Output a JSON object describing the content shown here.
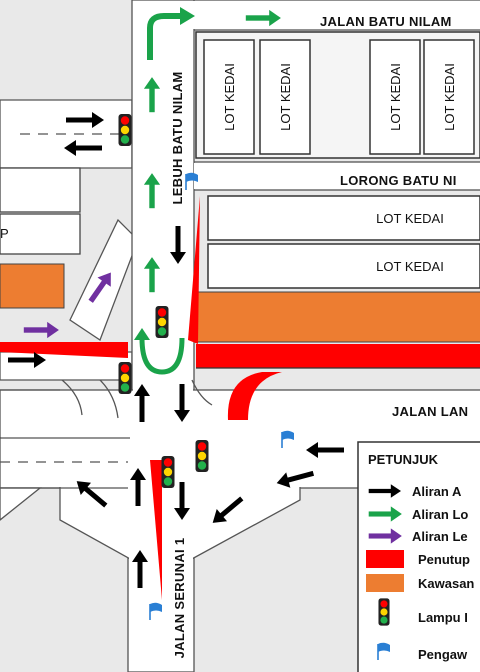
{
  "roads": {
    "jalan_batu_nilam": "JALAN BATU NILAM",
    "lebuh_batu_nilam": "LEBUH BATU NILAM",
    "lorong_batu_nilam": "LORONG BATU NI",
    "jalan_lan": "JALAN LAN",
    "jalan_serunai": "JALAN SERUNAI 1"
  },
  "lots": {
    "lot_kedai": "LOT KEDAI",
    "p_label": "P"
  },
  "legend": {
    "title": "PETUNJUK",
    "items": [
      {
        "label": "Aliran A",
        "symbol": "black-arrow-icon",
        "color": "#000000"
      },
      {
        "label": "Aliran Lo",
        "symbol": "green-arrow-icon",
        "color": "#1aa34a"
      },
      {
        "label": "Aliran Le",
        "symbol": "purple-arrow-icon",
        "color": "#7030a0"
      },
      {
        "label": "Penutup",
        "symbol": "red-swatch",
        "color": "#ff0000"
      },
      {
        "label": "Kawasan",
        "symbol": "orange-swatch",
        "color": "#ed7d31"
      },
      {
        "label": "Lampu I",
        "symbol": "traffic-light-icon"
      },
      {
        "label": "Pengaw",
        "symbol": "blue-flag-icon",
        "color": "#2a7fd4"
      }
    ]
  },
  "colors": {
    "road_fill": "#ffffff",
    "kerb": "#555555",
    "closure_red": "#ff0000",
    "orange_area": "#ed7d31",
    "flow_black": "#000000",
    "flow_green": "#1aa34a",
    "flow_purple": "#7030a0",
    "flag_blue": "#2a7fd4"
  }
}
